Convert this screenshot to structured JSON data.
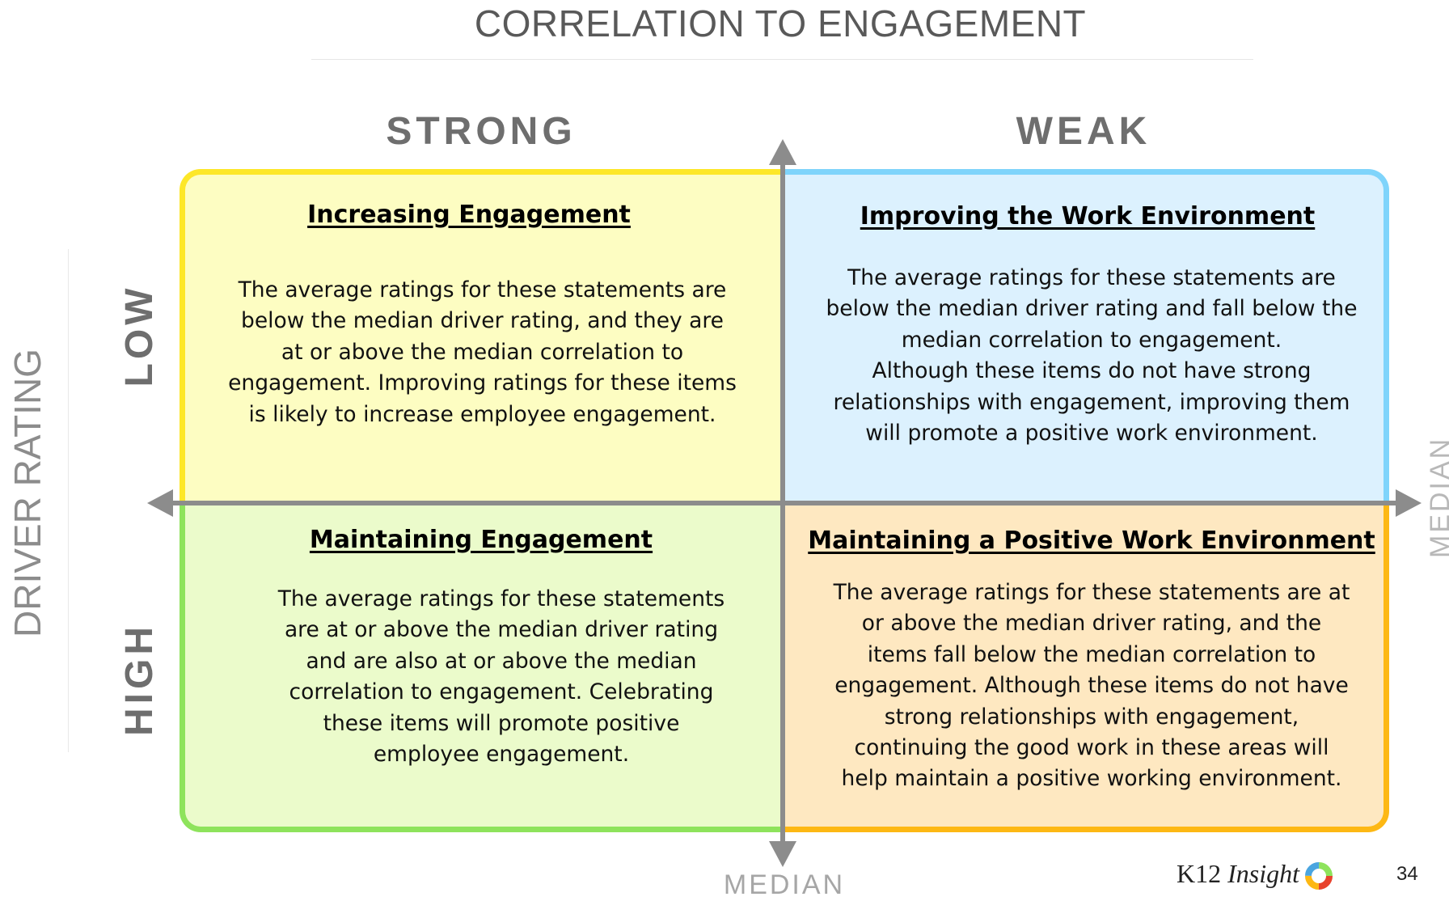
{
  "title": "CORRELATION TO ENGAGEMENT",
  "columns": {
    "left": "STRONG",
    "right": "WEAK"
  },
  "rows": {
    "top": "LOW",
    "bottom": "HIGH"
  },
  "y_axis_label": "DRIVER RATING",
  "median_bottom": "MEDIAN",
  "median_right": "MEDIAN",
  "quadrants": {
    "top_left": {
      "heading": "Increasing Engagement",
      "lines": [
        "The average ratings for these statements are",
        "below the median driver rating, and they are",
        "at or above the median correlation to",
        "engagement. Improving ratings for these items",
        "is likely to increase employee engagement."
      ],
      "fill": "#fdfdc2",
      "border": "#fde728"
    },
    "top_right": {
      "heading": "Improving the Work Environment",
      "lines": [
        "The average ratings for these statements are",
        "below the median driver rating and fall below the",
        "median correlation to engagement.",
        "Although these items do not have strong",
        "relationships with engagement, improving them",
        "will promote a positive work environment."
      ],
      "fill": "#dcf1fe",
      "border": "#7fd4fb"
    },
    "bottom_left": {
      "heading": "Maintaining Engagement",
      "lines": [
        "The average ratings for these statements",
        "are at or above the median driver rating",
        "and are also at or above the median",
        "correlation to engagement. Celebrating",
        "these items will promote positive",
        "employee engagement."
      ],
      "fill": "#ebfbcb",
      "border": "#8ee35c"
    },
    "bottom_right": {
      "heading": "Maintaining a Positive Work Environment",
      "lines": [
        "The average ratings for these statements are at",
        "or above the median driver rating, and the",
        "items fall below the median correlation to",
        "engagement. Although these items do not have",
        "strong relationships with engagement,",
        "continuing the good work in these areas will",
        "help maintain a positive working environment."
      ],
      "fill": "#fee8c1",
      "border": "#fdb814"
    }
  },
  "footer": {
    "brand_plain": "K12 ",
    "brand_italic": "Insight",
    "page_number": "34"
  },
  "colors": {
    "axis": "#8c8c8c",
    "logo": [
      "#e8432d",
      "#fdb814",
      "#4aa5e0",
      "#8ee35c"
    ]
  }
}
